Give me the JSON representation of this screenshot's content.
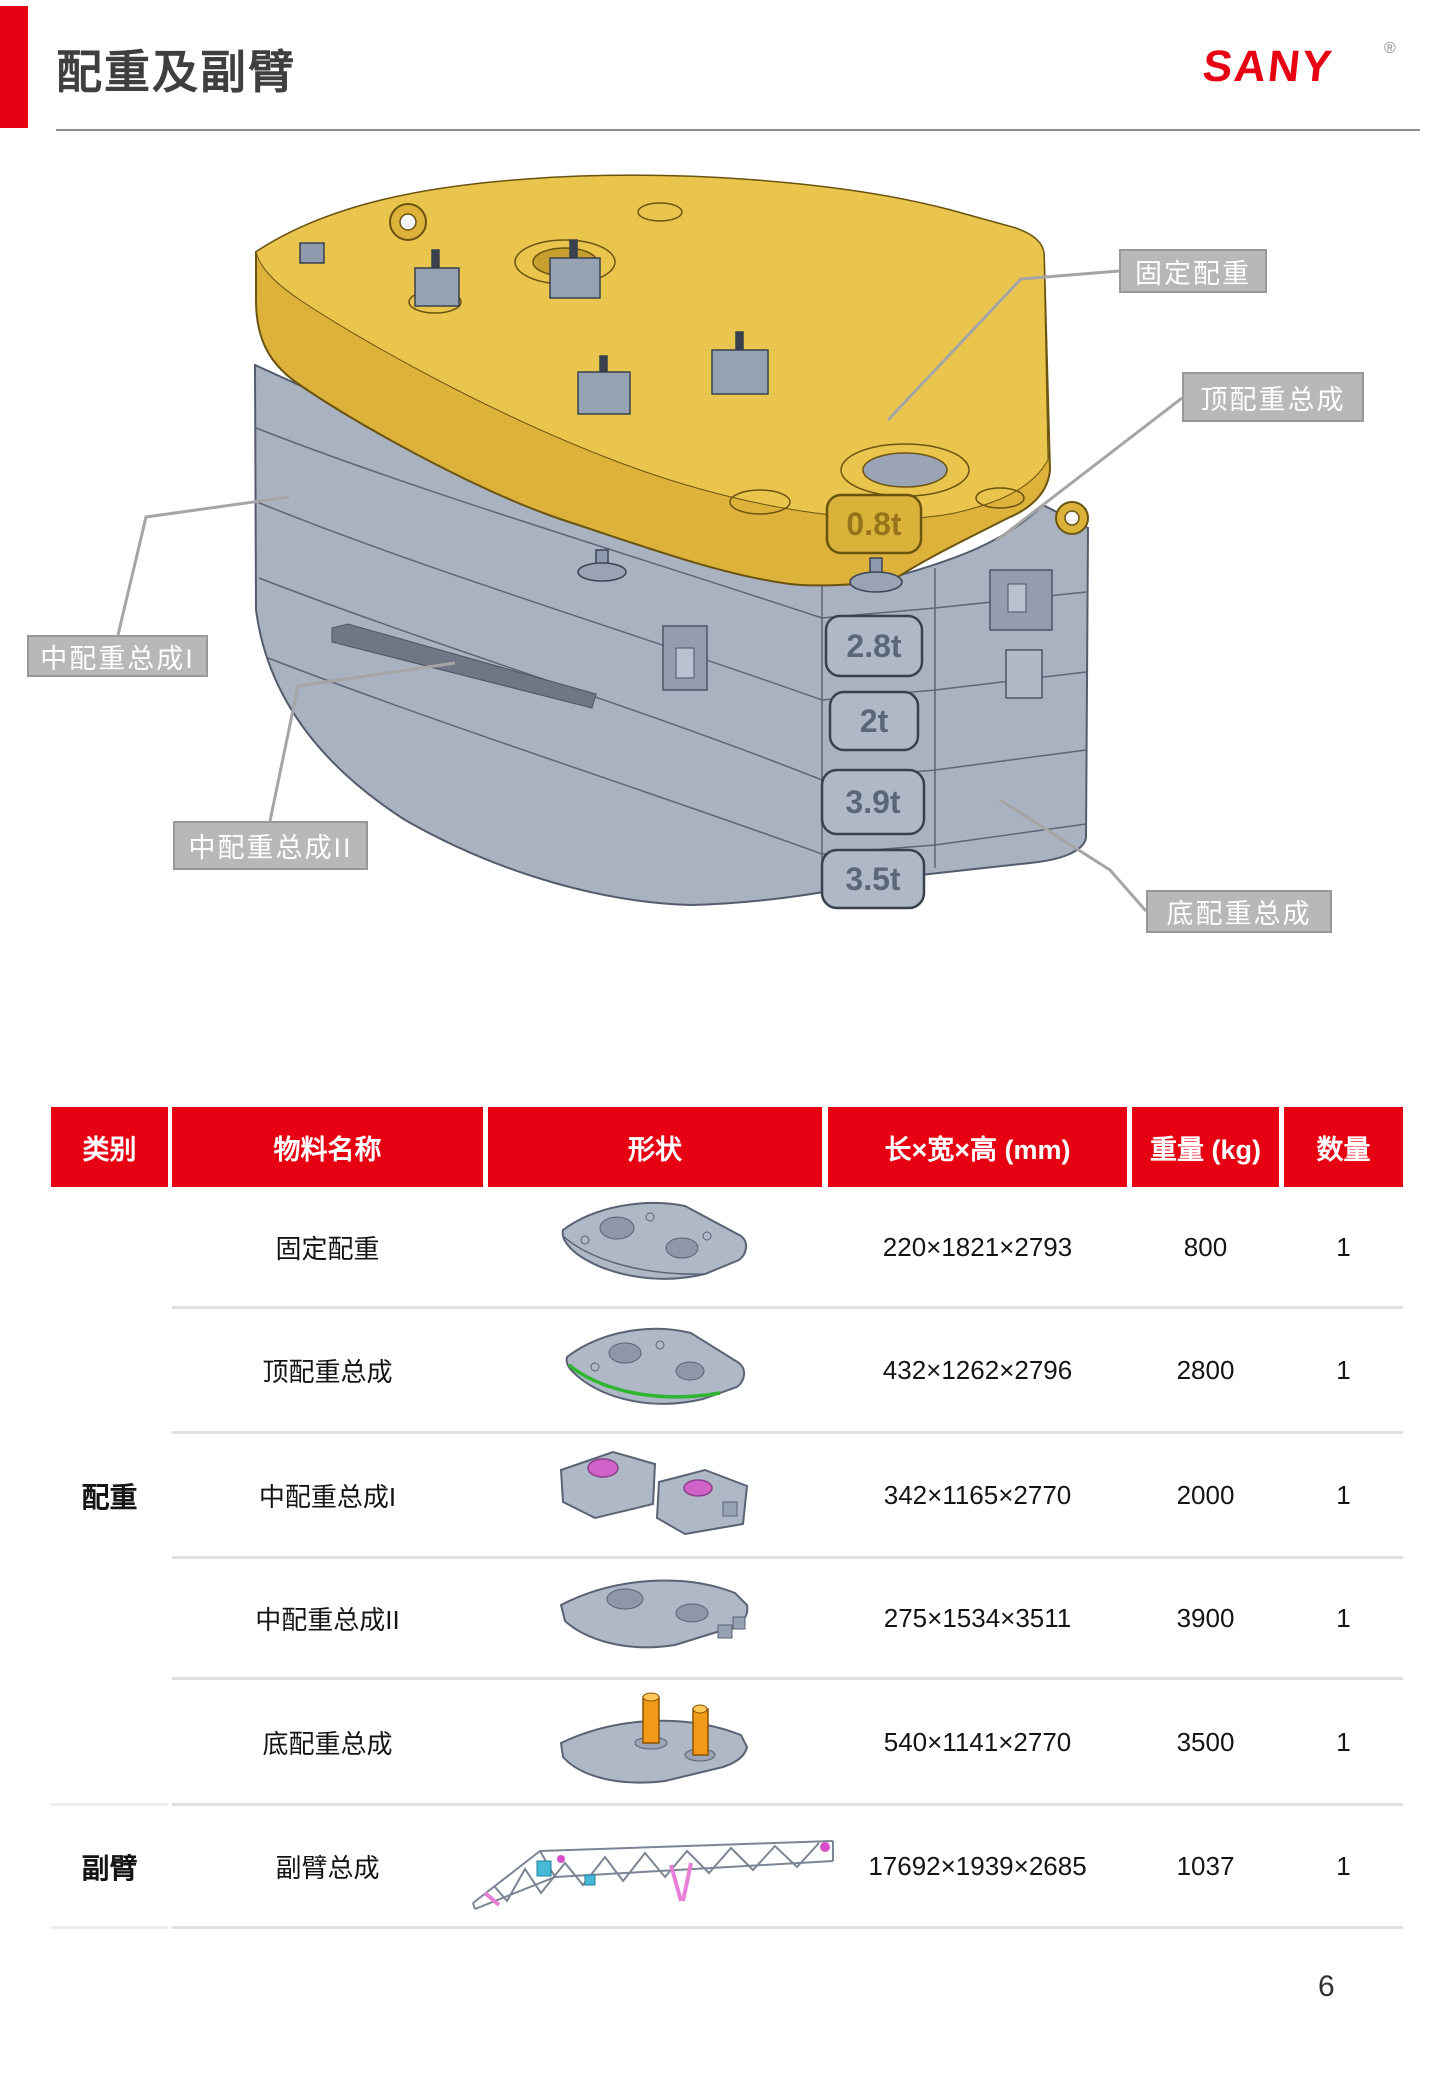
{
  "page": {
    "title": "配重及副臂",
    "logo": "SANY",
    "logo_reg": "®",
    "page_number": "6"
  },
  "diagram": {
    "callouts": [
      {
        "label": "固定配重"
      },
      {
        "label": "顶配重总成"
      },
      {
        "label": "中配重总成I"
      },
      {
        "label": "中配重总成II"
      },
      {
        "label": "底配重总成"
      }
    ],
    "weight_tags": [
      "0.8t",
      "2.8t",
      "2t",
      "3.9t",
      "3.5t"
    ]
  },
  "table": {
    "headers": [
      "类别",
      "物料名称",
      "形状",
      "长×宽×高 (mm)",
      "重量 (kg)",
      "数量"
    ],
    "categories": [
      {
        "name": "配重",
        "rows": 5
      },
      {
        "name": "副臂",
        "rows": 1
      }
    ],
    "rows": [
      {
        "name": "固定配重",
        "dims": "220×1821×2793",
        "weight": "800",
        "qty": "1"
      },
      {
        "name": "顶配重总成",
        "dims": "432×1262×2796",
        "weight": "2800",
        "qty": "1"
      },
      {
        "name": "中配重总成I",
        "dims": "342×1165×2770",
        "weight": "2000",
        "qty": "1"
      },
      {
        "name": "中配重总成II",
        "dims": "275×1534×3511",
        "weight": "3900",
        "qty": "1"
      },
      {
        "name": "底配重总成",
        "dims": "540×1141×2770",
        "weight": "3500",
        "qty": "1"
      },
      {
        "name": "副臂总成",
        "dims": "17692×1939×2685",
        "weight": "1037",
        "qty": "1"
      }
    ]
  },
  "colors": {
    "accent_red": "#e60012",
    "counterweight_yellow": "#dcb23a",
    "counterweight_gray": "#a9b2c1",
    "callout_box": "#b8b8b8"
  }
}
